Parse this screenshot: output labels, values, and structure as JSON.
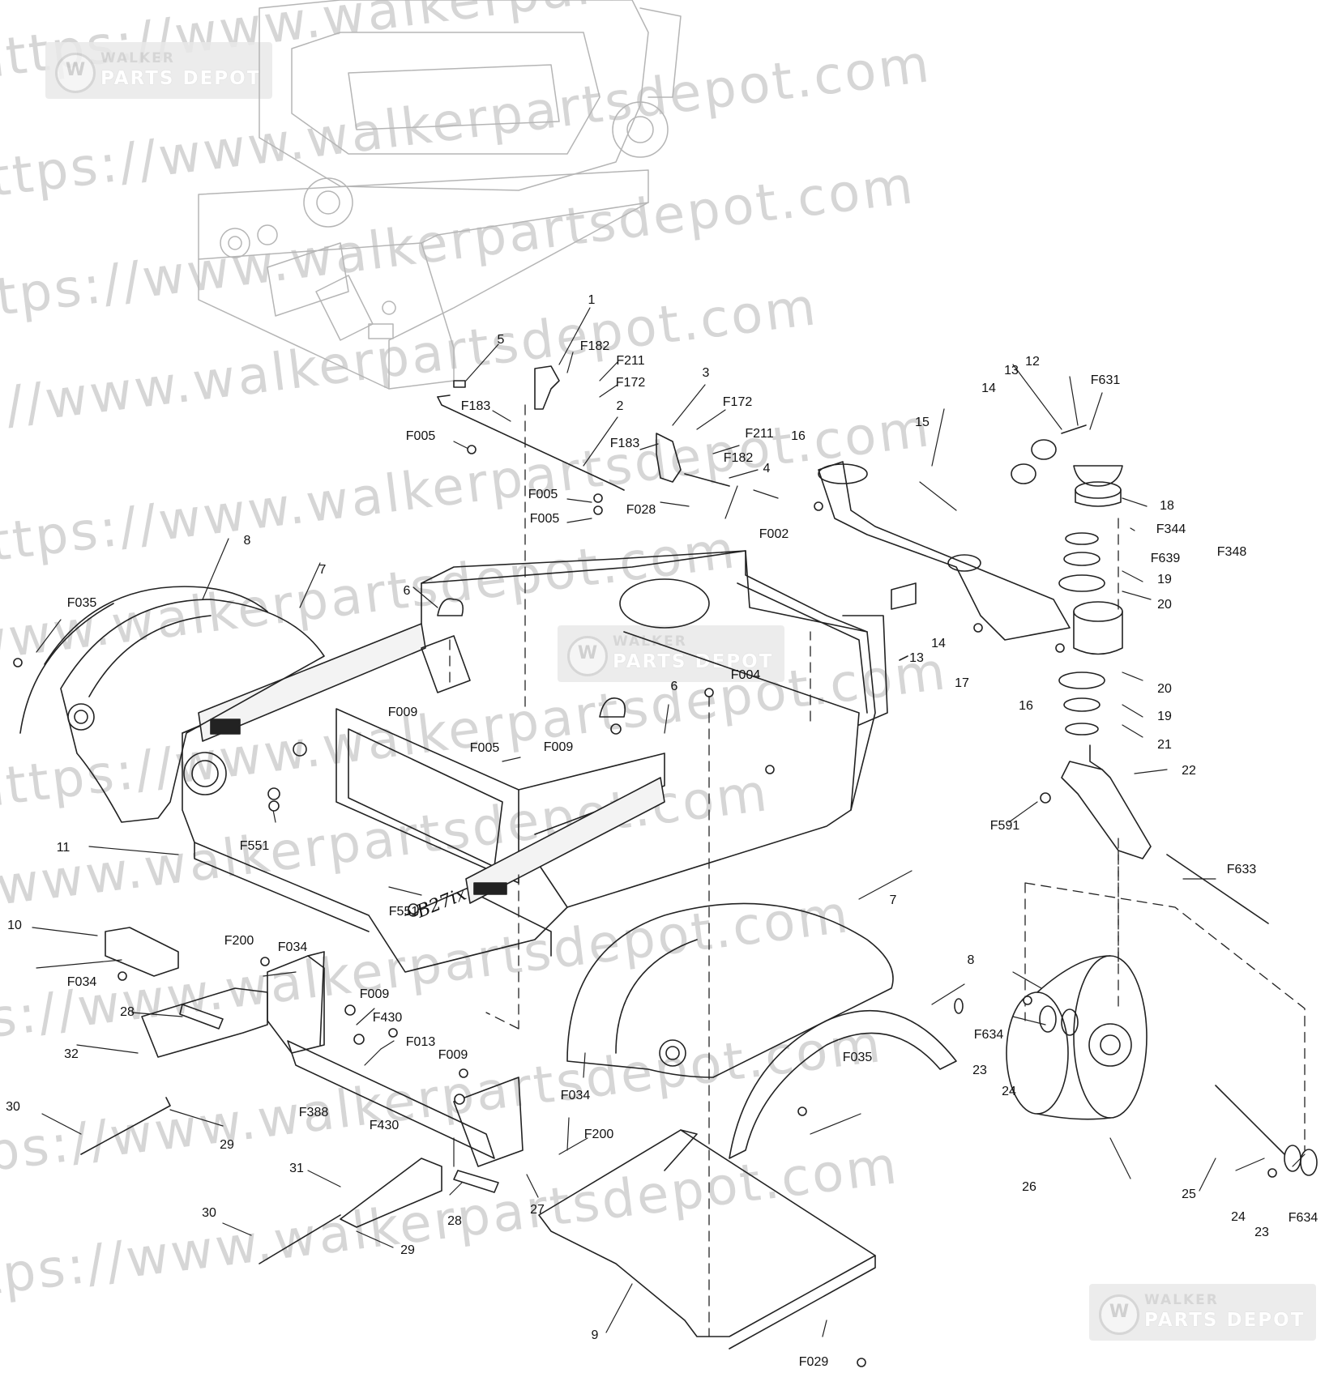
{
  "watermark": {
    "url_text": "https://www.walkerpartsdepot.com",
    "badge_line1": "WALKER",
    "badge_line2": "PARTS DEPOT"
  },
  "callouts": {
    "c1": "1",
    "c2": "2",
    "c3": "3",
    "c4": "4",
    "c5": "5",
    "c6a": "6",
    "c6b": "6",
    "c7a": "7",
    "c7b": "7",
    "c8a": "8",
    "c8b": "8",
    "c9": "9",
    "c10": "10",
    "c11": "11",
    "c12": "12",
    "c13a": "13",
    "c13b": "13",
    "c14a": "14",
    "c14b": "14",
    "c15": "15",
    "c16a": "16",
    "c16b": "16",
    "c17": "17",
    "c18": "18",
    "c19a": "19",
    "c19b": "19",
    "c20a": "20",
    "c20b": "20",
    "c21": "21",
    "c22": "22",
    "c23a": "23",
    "c23b": "23",
    "c24a": "24",
    "c24b": "24",
    "c25": "25",
    "c26": "26",
    "c27": "27",
    "c28a": "28",
    "c28b": "28",
    "c29a": "29",
    "c29b": "29",
    "c30a": "30",
    "c30b": "30",
    "c31": "31",
    "c32": "32",
    "F182a": "F182",
    "F182b": "F182",
    "F211a": "F211",
    "F211b": "F211",
    "F172a": "F172",
    "F172b": "F172",
    "F183a": "F183",
    "F183b": "F183",
    "F005a": "F005",
    "F005b": "F005",
    "F005c": "F005",
    "F005d": "F005",
    "F028": "F028",
    "F002": "F002",
    "F631": "F631",
    "F344": "F344",
    "F348": "F348",
    "F639": "F639",
    "F035a": "F035",
    "F035b": "F035",
    "F009a": "F009",
    "F009b": "F009",
    "F009c": "F009",
    "F009d": "F009",
    "F004": "F004",
    "F551a": "F551",
    "F551b": "F551",
    "F591": "F591",
    "F633": "F633",
    "F200a": "F200",
    "F200b": "F200",
    "F034a": "F034",
    "F034b": "F034",
    "F034c": "F034",
    "F430a": "F430",
    "F430b": "F430",
    "F013": "F013",
    "F388": "F388",
    "F634a": "F634",
    "F634b": "F634",
    "F029": "F029"
  },
  "model_badge": "B27ix"
}
